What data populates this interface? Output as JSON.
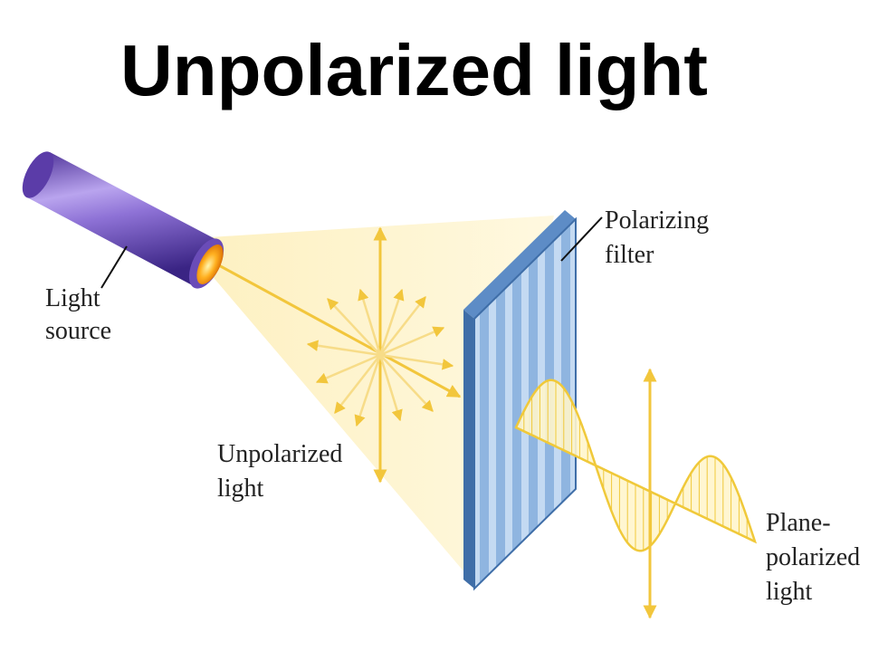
{
  "title": "Unpolarized light",
  "labels": {
    "light_source": [
      "Light",
      "source"
    ],
    "polarizing_filter": [
      "Polarizing",
      "filter"
    ],
    "unpolarized_light": [
      "Unpolarized",
      "light"
    ],
    "plane_polarized_light": [
      "Plane-",
      "polarized",
      "light"
    ]
  },
  "colors": {
    "cylinder": "#7a5bc4",
    "beam": "#fff2c2",
    "arrow": "#f2c63c",
    "filter_face": "#7aa6d8",
    "filter_edge": "#3f6ea8",
    "wave_fill": "#fff5cc",
    "wave_stroke": "#f0c93a"
  }
}
